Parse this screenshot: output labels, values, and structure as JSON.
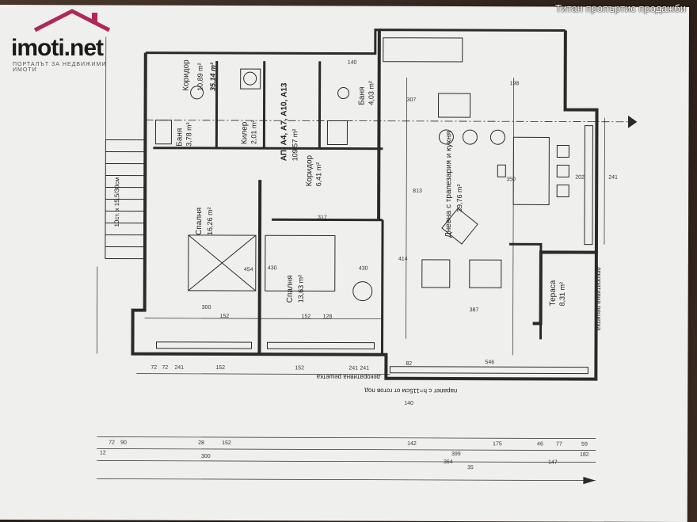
{
  "watermark": "Титан пропъртис продажби",
  "logo": {
    "brand": "imoti.net",
    "tagline": "ПОРТАЛЪТ ЗА НЕДВИЖИМИ ИМОТИ"
  },
  "colors": {
    "background": "#3a2a22",
    "paper": "#efefed",
    "ink": "#2a2a2a",
    "logo_accent": "#b0285a"
  },
  "plan": {
    "apartment_title": "АП. А4, А7, А10, А13",
    "apartment_area": "109,57 m²",
    "corridor_common": "Коридор",
    "corridor_common_area": "10,89 m²",
    "common_total": "35,14 m²",
    "rooms": [
      {
        "name": "Баня",
        "area": "3,78 m²"
      },
      {
        "name": "Килер",
        "area": "2,01 m²"
      },
      {
        "name": "Баня",
        "area": "4,03 m²"
      },
      {
        "name": "Коридор",
        "area": "6,41 m²"
      },
      {
        "name": "Спалня",
        "area": "16,26 m²"
      },
      {
        "name": "Спалня",
        "area": "13,63 m²"
      },
      {
        "name": "Дневна с трапезария и кухня",
        "area": "39,76 m²"
      },
      {
        "name": "Тераса",
        "area": "8,31 m²"
      }
    ],
    "notes": [
      "декоративна решетка",
      "декоративна решетка",
      "парапет с h=115см от готов под",
      "10ст. х 15,5/30см"
    ],
    "dimensions": [
      "300",
      "152",
      "152",
      "300",
      "152",
      "128",
      "317",
      "387",
      "241",
      "72",
      "241",
      "152",
      "152",
      "241",
      "72",
      "546",
      "140",
      "414",
      "430",
      "430",
      "454",
      "813",
      "350",
      "202",
      "241",
      "198",
      "307",
      "140",
      "82",
      "35",
      "182",
      "399",
      "364",
      "147",
      "175",
      "142",
      "77",
      "59",
      "90",
      "72",
      "46",
      "28",
      "12"
    ]
  }
}
